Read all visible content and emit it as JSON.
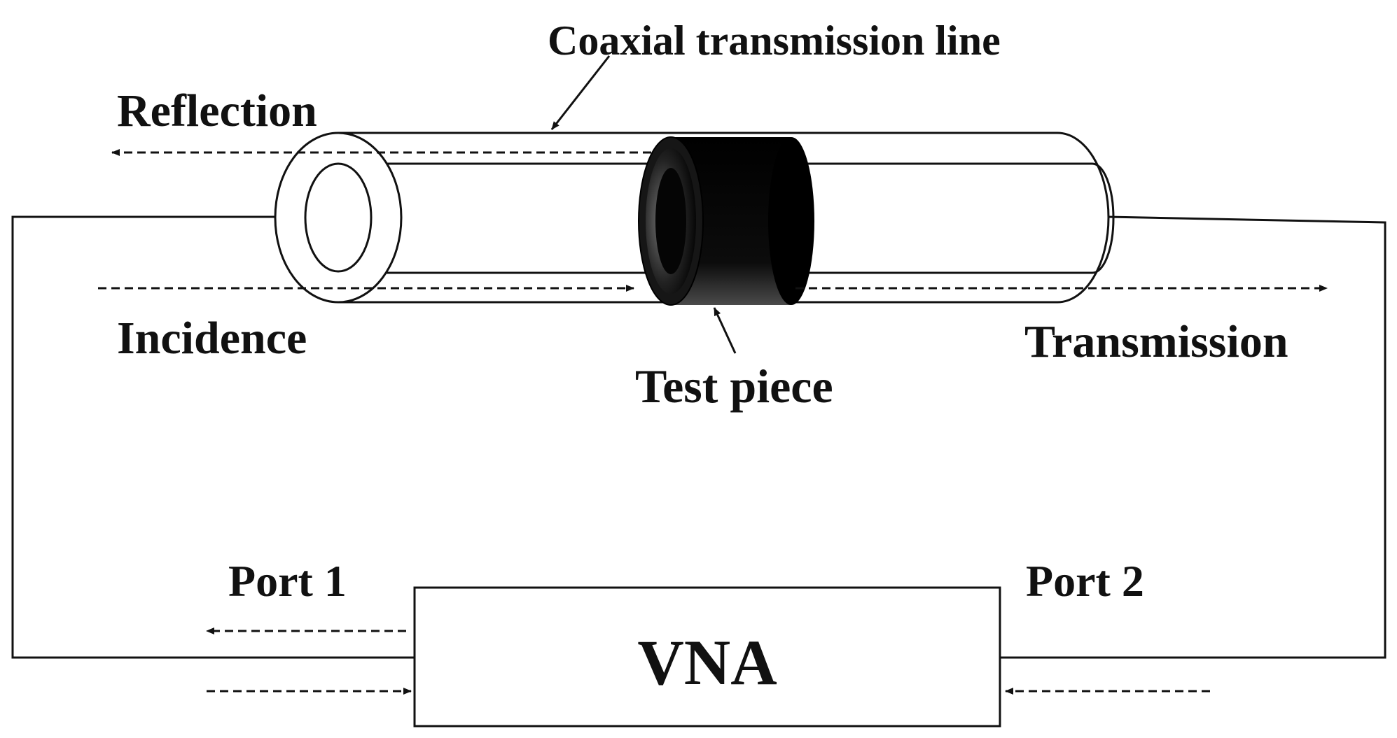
{
  "labels": {
    "coax": "Coaxial transmission line",
    "reflection": "Reflection",
    "incidence": "Incidence",
    "test_piece": "Test piece",
    "transmission": "Transmission",
    "port1": "Port 1",
    "port2": "Port 2",
    "vna": "VNA"
  },
  "colors": {
    "line": "#111111",
    "test_piece": "#0a0a0a",
    "background": "#ffffff"
  }
}
